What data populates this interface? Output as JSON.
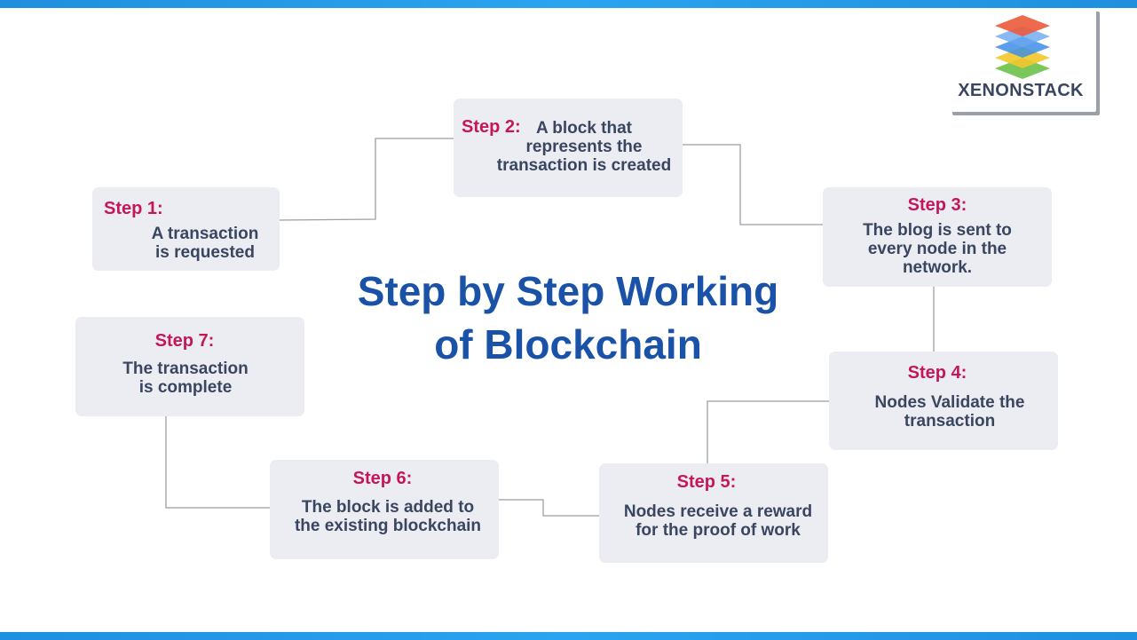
{
  "title": "Step by Step Working\nof Blockchain",
  "logo": {
    "name": "XENONSTACK"
  },
  "steps": [
    {
      "label": "Step 1:",
      "text": "A transaction\nis requested"
    },
    {
      "label": "Step 2:",
      "text": "A block that\nrepresents the\ntransaction is created"
    },
    {
      "label": "Step 3:",
      "text": "The blog is sent to\nevery node in the\nnetwork."
    },
    {
      "label": "Step 4:",
      "text": "Nodes Validate the\ntransaction"
    },
    {
      "label": "Step 5:",
      "text": "Nodes receive a reward\nfor the proof of work"
    },
    {
      "label": "Step 6:",
      "text": "The block is added to\nthe existing blockchain"
    },
    {
      "label": "Step 7:",
      "text": "The transaction\nis complete"
    }
  ],
  "colors": {
    "accent_bar": "#1f8fe0",
    "step_label": "#c4175b",
    "title": "#1a52a8",
    "box_bg": "#ecedf3",
    "body_text": "#3a4660"
  }
}
